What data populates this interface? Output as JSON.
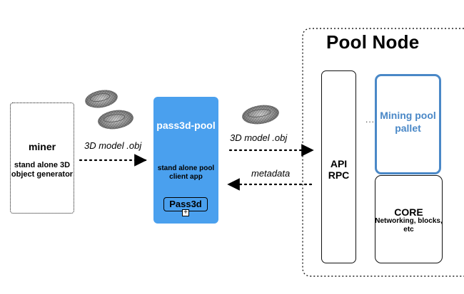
{
  "pool_node": {
    "title": "Pool Node"
  },
  "miner": {
    "title": "miner",
    "description": "stand alone 3D object generator"
  },
  "app": {
    "title": "pass3d-pool",
    "description": "stand alone pool client app",
    "badge": "Pass3d",
    "badge_icon": "plus-square-icon"
  },
  "arrows": {
    "miner_to_app": "3D model .obj",
    "app_to_api": "3D model .obj",
    "api_to_app": "metadata"
  },
  "api": {
    "line1": "API",
    "line2": "RPC"
  },
  "pallet": {
    "line1": "Mining pool",
    "line2": "pallet"
  },
  "core": {
    "title": "CORE",
    "description": "Networking, blocks, etc"
  },
  "colors": {
    "app_fill": "#4aa0ee",
    "pallet_accent": "#4a88c7"
  },
  "icons": [
    "3d-model-mesh-icon",
    "3d-model-mesh-icon",
    "3d-model-mesh-icon"
  ]
}
